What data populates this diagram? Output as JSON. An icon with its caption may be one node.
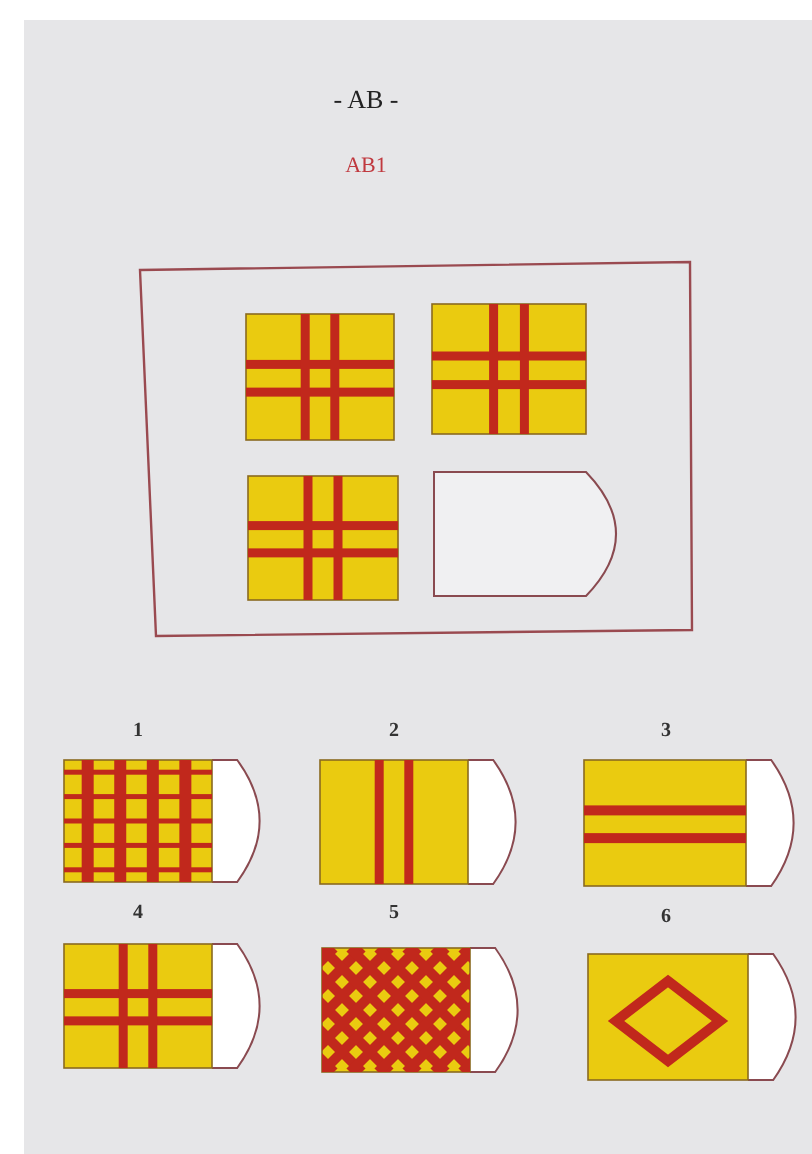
{
  "diagram": {
    "title": "- AB -",
    "labels": [
      "AB1",
      "1",
      "2",
      "3",
      "4",
      "5",
      "6"
    ]
  }
}
